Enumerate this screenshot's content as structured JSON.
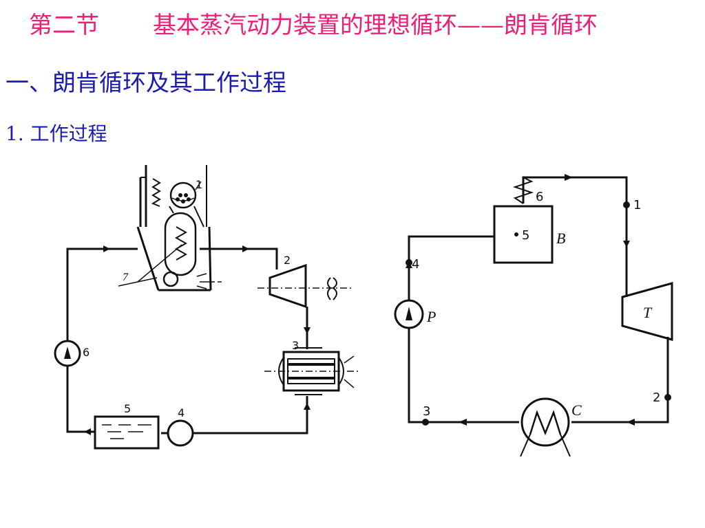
{
  "title": {
    "section": "第二节",
    "text": "基本蒸汽动力装置的理想循环——朗肯循环",
    "color": "#ee1e78"
  },
  "heading": {
    "text": "一、朗肯循环及其工作过程",
    "color": "#1b1bb4"
  },
  "subheading": {
    "text": "1. 工作过程"
  },
  "left_diagram": {
    "labels": {
      "drum": "1",
      "turbine": "2",
      "condenser": "3",
      "pump": "4",
      "tank": "5",
      "feed_pump": "6",
      "pipe_tag": "7"
    }
  },
  "right_diagram": {
    "points": {
      "p1": "1",
      "p2": "2",
      "p3": "3",
      "p4": "4",
      "p5": "5",
      "p6": "6"
    },
    "components": {
      "boiler": "B",
      "turbine": "T",
      "condenser": "C",
      "pump": "P"
    }
  }
}
